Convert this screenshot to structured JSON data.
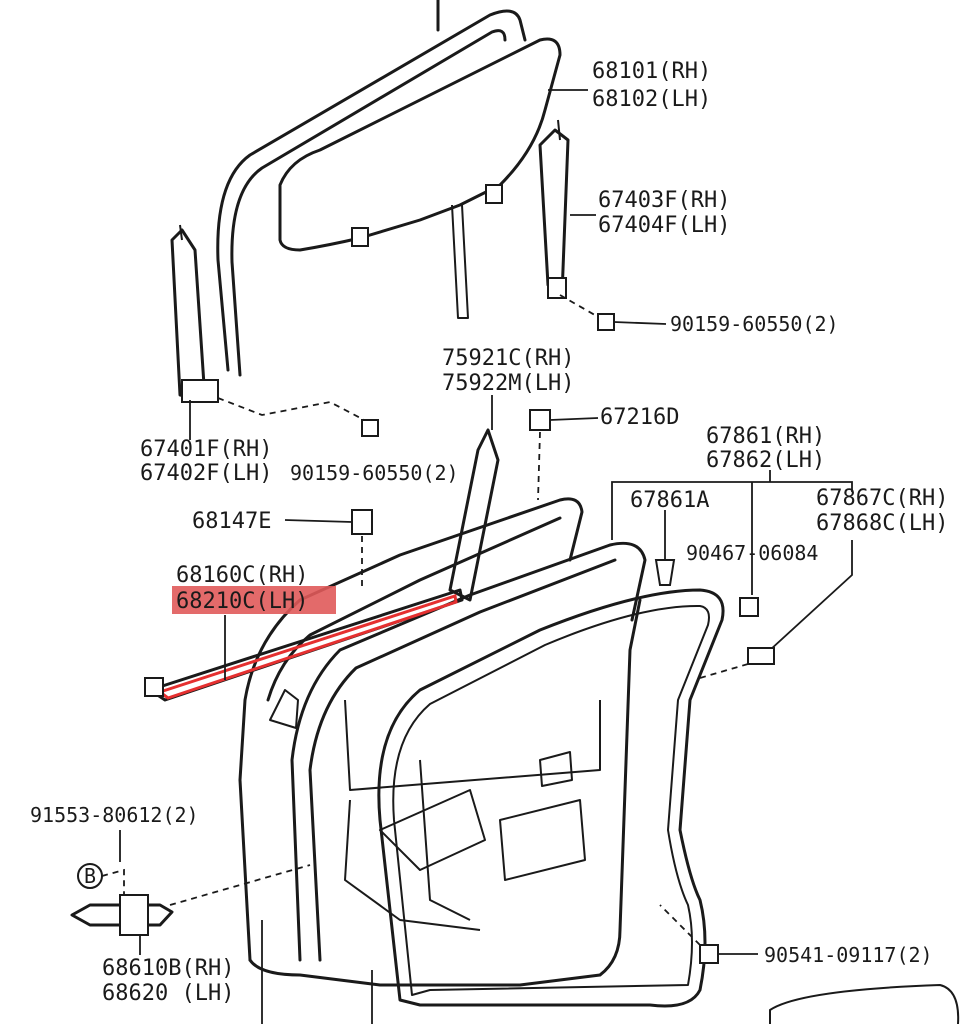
{
  "labels": {
    "glass_rh": "68101(RH)",
    "glass_lh": "68102(LH)",
    "rear_channel_rh": "67403F(RH)",
    "rear_channel_lh": "67404F(LH)",
    "bolt_upper": "90159-60550(2)",
    "weatherstrip_rh": "75921C(RH)",
    "weatherstrip_lh": "75922M(LH)",
    "clip_67216": "67216D",
    "front_channel_rh": "67401F(RH)",
    "front_channel_lh": "67402F(LH)",
    "bolt_front": "90159-60550(2)",
    "door_ws_rh": "67861(RH)",
    "door_ws_lh": "67862(LH)",
    "part_67861a": "67861A",
    "part_67867_rh": "67867C(RH)",
    "part_67868_lh": "67868C(LH)",
    "clip_90467": "90467-06084",
    "part_68147": "68147E",
    "belt_rh": "68160C(RH)",
    "belt_lh_highlight": "68210C(LH)",
    "bolt_91553": "91553-80612(2)",
    "marker_b": "B",
    "check_rh": "68610B(RH)",
    "check_lh": "68620 (LH)",
    "clip_90541": "90541-09117(2)"
  },
  "colors": {
    "highlight": "#e05a5a",
    "line": "#1a1a1a",
    "background": "#ffffff"
  }
}
